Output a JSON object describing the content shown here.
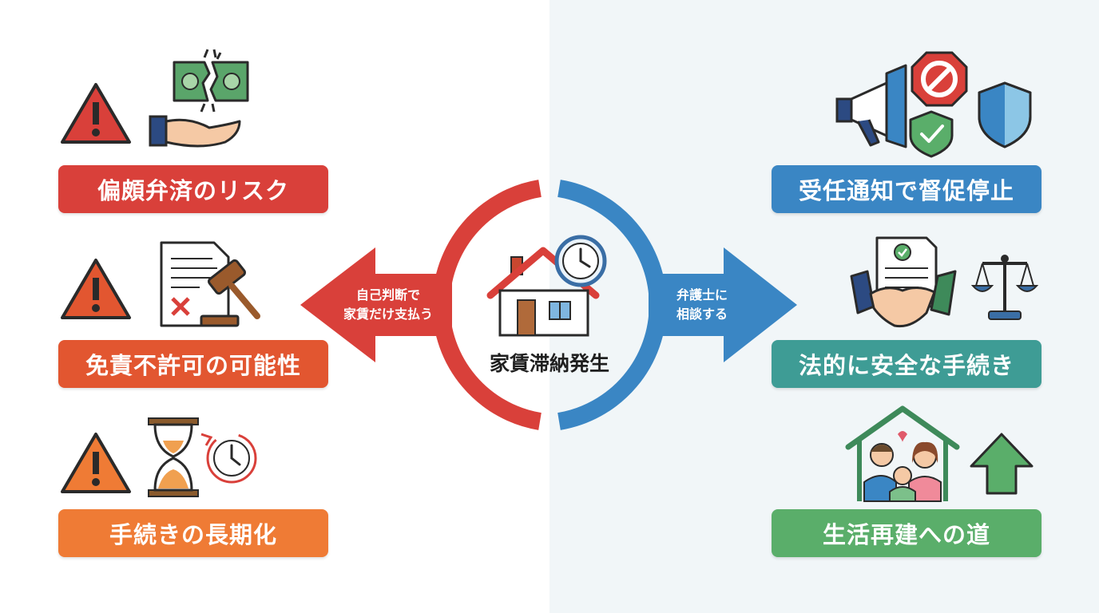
{
  "center": {
    "title": "家賃滞納発生"
  },
  "left_arrow": {
    "line1": "自己判断で",
    "line2": "家賃だけ支払う"
  },
  "right_arrow": {
    "line1": "弁護士に",
    "line2": "相談する"
  },
  "risks": [
    {
      "label": "偏頗弁済のリスク",
      "color": "#d9403a"
    },
    {
      "label": "免責不許可の可能性",
      "color": "#e25630"
    },
    {
      "label": "手続きの長期化",
      "color": "#ef7b35"
    }
  ],
  "benefits": [
    {
      "label": "受任通知で督促停止",
      "color": "#3a86c4"
    },
    {
      "label": "法的に安全な手続き",
      "color": "#3e9c95"
    },
    {
      "label": "生活再建への道",
      "color": "#5aae6a"
    }
  ]
}
